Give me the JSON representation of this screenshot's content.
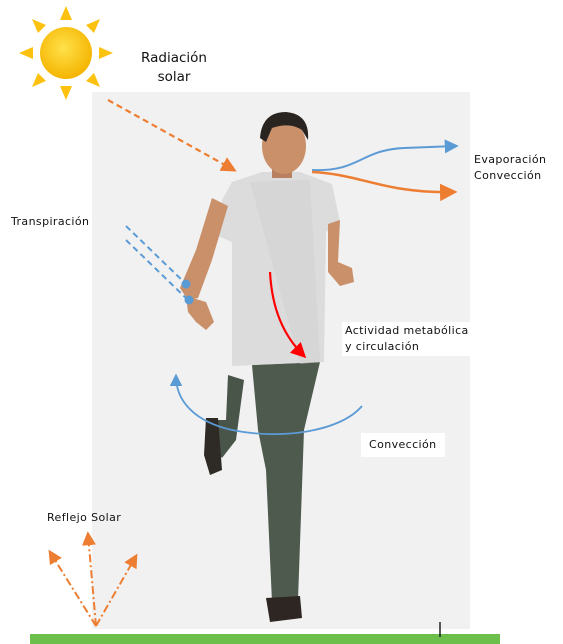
{
  "labels": {
    "solar_radiation_line1": "Radiación",
    "solar_radiation_line2": "solar",
    "evaporation": "Evaporación",
    "convection_head": "Convección",
    "transpiration": "Transpiración",
    "metabolic_line1": "Actividad metabólica",
    "metabolic_line2": "y circulación",
    "convection_body": "Convección",
    "solar_reflection": "Reflejo Solar"
  },
  "colors": {
    "sun": "#fcc20f",
    "radiation_arrow": "#ed7d31",
    "evaporation_arrow": "#5b9bd5",
    "convection_arrow": "#ed7d31",
    "transpiration_lines": "#5b9bd5",
    "metabolic_arrow": "#ff0000",
    "convection_body_arrow": "#5b9bd5",
    "reflection_arrows": "#ed7d31",
    "ground": "#6dbf4b",
    "shirt": "#dcdcdc",
    "pants": "#4e5a4e",
    "skin": "#c9906a",
    "hair": "#2a2420"
  }
}
